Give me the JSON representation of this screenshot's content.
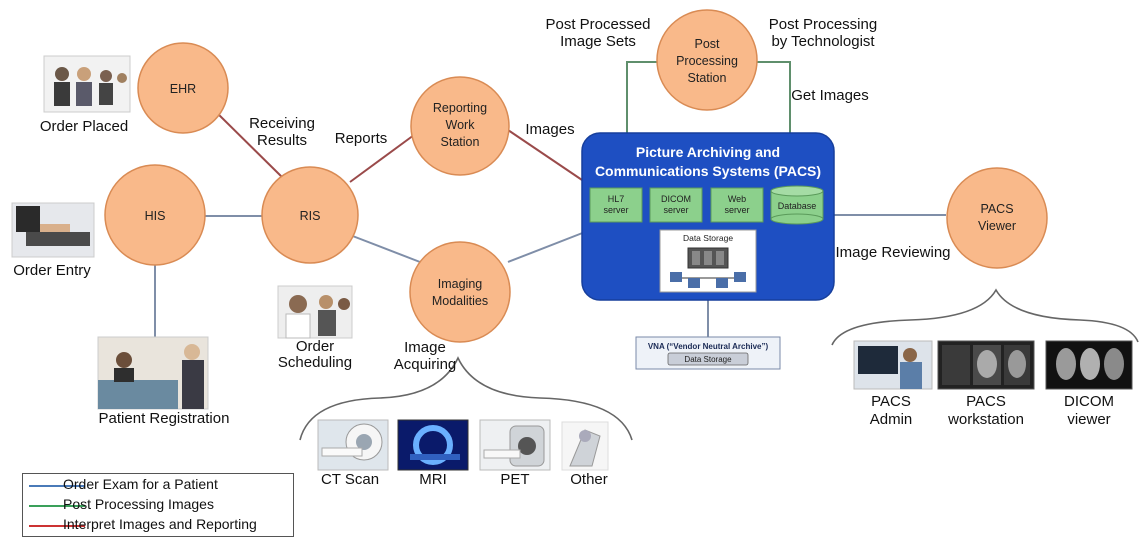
{
  "nodes": {
    "ehr": "EHR",
    "his": "HIS",
    "ris": "RIS",
    "reporting": [
      "Reporting",
      "Work",
      "Station"
    ],
    "imaging": [
      "Imaging",
      "Modalities"
    ],
    "postproc": [
      "Post",
      "Processing",
      "Station"
    ],
    "pacs_viewer": [
      "PACS",
      "Viewer"
    ]
  },
  "edge_labels": {
    "receiving_results": [
      "Receiving",
      "Results"
    ],
    "reports": "Reports",
    "images": "Images",
    "post_processed": [
      "Post Processed",
      "Image Sets"
    ],
    "post_by_tech": [
      "Post Processing",
      "by Technologist"
    ],
    "get_images": "Get Images",
    "image_reviewing": "Image Reviewing",
    "image_acquiring": [
      "Image",
      "Acquiring"
    ]
  },
  "photo_captions": {
    "order_placed": "Order Placed",
    "order_entry": "Order Entry",
    "order_scheduling": [
      "Order",
      "Scheduling"
    ],
    "patient_registration": "Patient Registration"
  },
  "pacs": {
    "title": [
      "Picture Archiving and",
      "Communications Systems (PACS)"
    ],
    "hl7": [
      "HL7",
      "server"
    ],
    "dicom": [
      "DICOM",
      "server"
    ],
    "web": [
      "Web",
      "server"
    ],
    "database": "Database",
    "data_storage": "Data Storage"
  },
  "vna": {
    "title": "VNA (“Vendor Neutral Archive”)",
    "storage": "Data Storage"
  },
  "modalities": [
    {
      "label": "CT Scan"
    },
    {
      "label": "MRI"
    },
    {
      "label": "PET"
    },
    {
      "label": "Other"
    }
  ],
  "viewers": [
    {
      "line1": "PACS",
      "line2": "Admin"
    },
    {
      "line1": "PACS",
      "line2": "workstation"
    },
    {
      "line1": "DICOM",
      "line2": "viewer"
    }
  ],
  "legend": [
    {
      "label": "Order Exam for a Patient",
      "color": "#4a7ab8"
    },
    {
      "label": "Post Processing Images",
      "color": "#3aa05a"
    },
    {
      "label": "Interpret Images and Reporting",
      "color": "#cc3333"
    }
  ],
  "colors": {
    "node_fill": "#f9b98a",
    "node_stroke": "#d98b54",
    "pacs_fill": "#1e4fc2",
    "order_line": "#7f8ea8",
    "post_line": "#5f8f6c",
    "report_line": "#9a4a4a"
  }
}
